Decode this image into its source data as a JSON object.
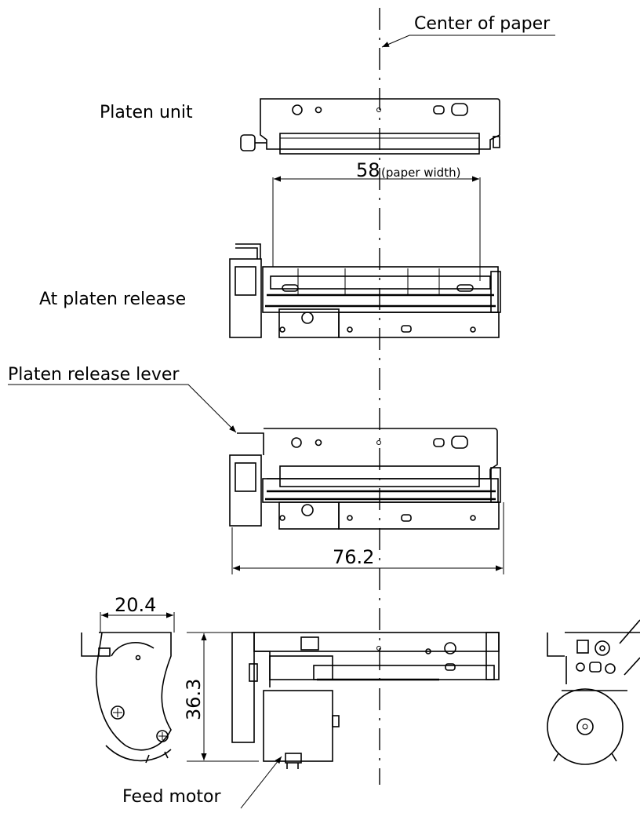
{
  "labels": {
    "center_of_paper": "Center of paper",
    "platen_unit": "Platen unit",
    "at_platen_release": "At platen release",
    "platen_release_lever": "Platen release lever",
    "feed_motor": "Feed motor"
  },
  "dimensions": {
    "paper_width_value": "58",
    "paper_width_note": "(paper width)",
    "overall_width": "76.2",
    "side_depth": "20.4",
    "height": "36.3"
  },
  "colors": {
    "line": "#000000",
    "background": "#ffffff"
  }
}
